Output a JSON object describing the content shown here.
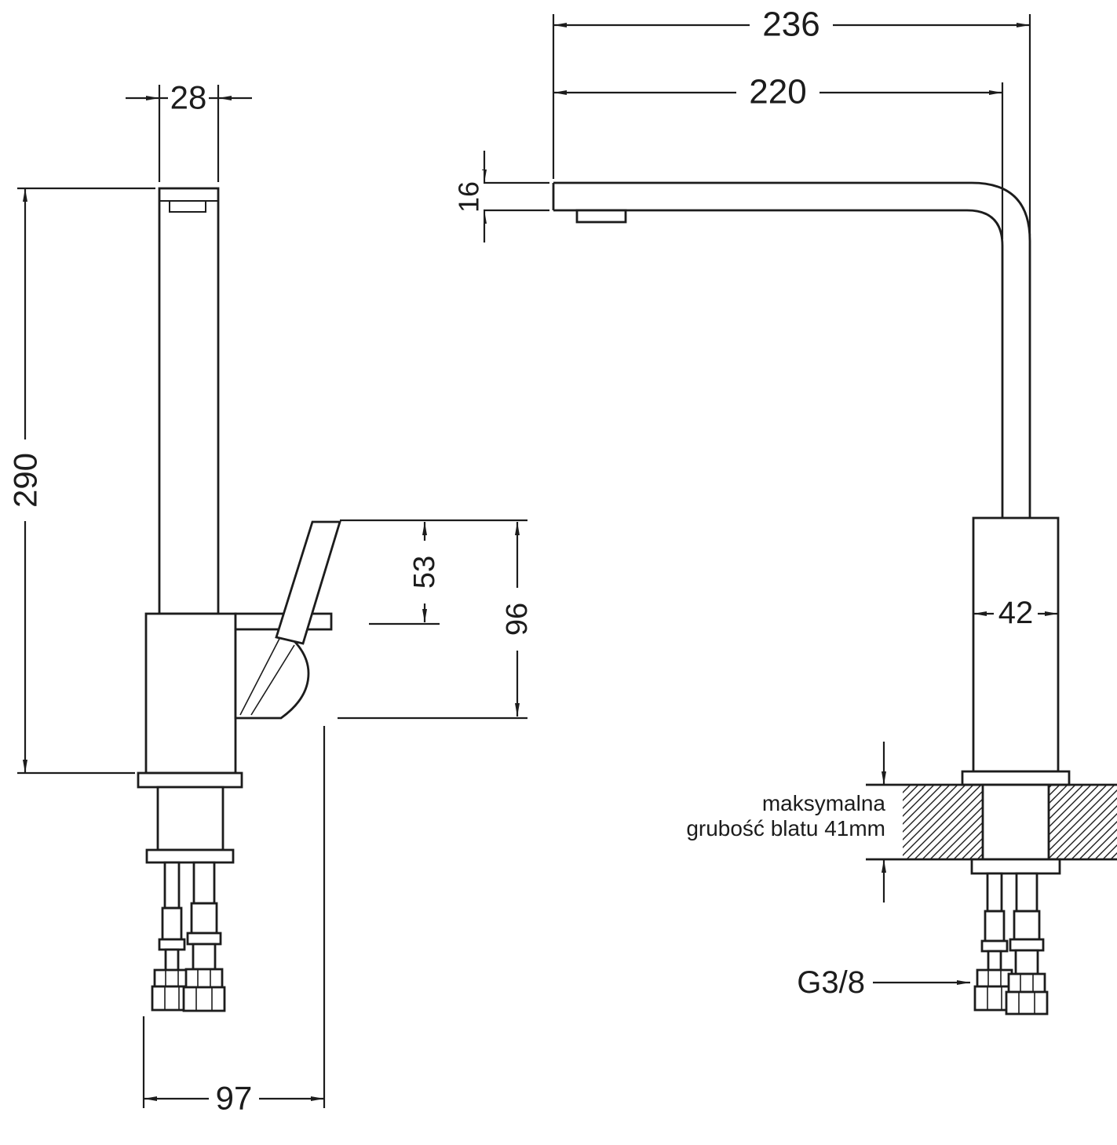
{
  "page": {
    "background": "#ffffff",
    "line_color": "#1c1c1c"
  },
  "drawing": {
    "type": "technical-drawing",
    "subject": "kitchen faucet dimension drawing, side and front views",
    "side_view": {
      "dim_spout_width": "28",
      "dim_total_height": "290",
      "dim_handle_drop": "53",
      "dim_handle_zone_height": "96",
      "dim_base_depth": "97"
    },
    "front_view": {
      "dim_overall_reach": "236",
      "dim_spout_reach": "220",
      "dim_spout_thickness": "16",
      "dim_body_width": "42",
      "counter_note_line1": "maksymalna",
      "counter_note_line2": "grubość blatu 41mm",
      "connector_label": "G3/8"
    }
  }
}
